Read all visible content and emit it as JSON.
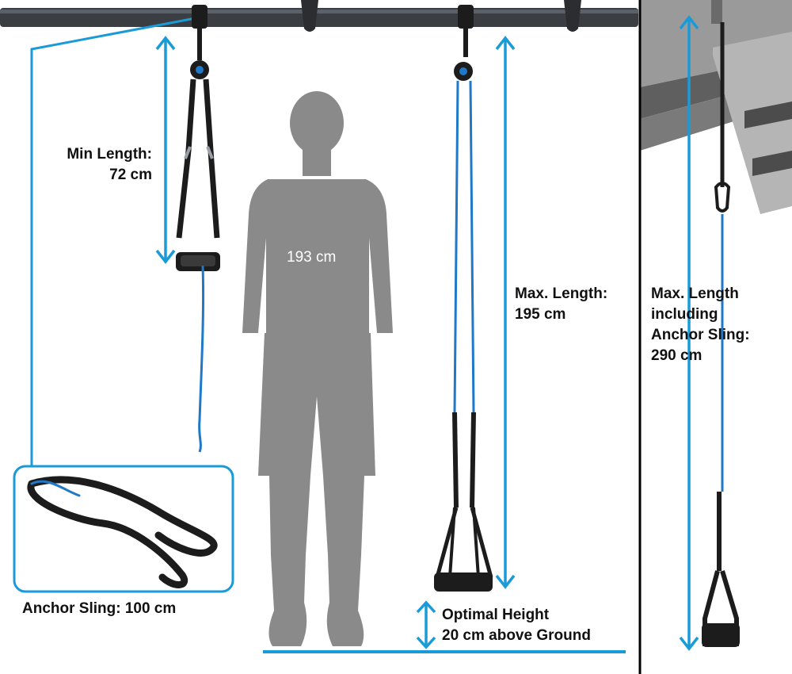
{
  "labels": {
    "min_length": [
      "Min Length:",
      "72 cm"
    ],
    "person_height": "193 cm",
    "max_length": [
      "Max. Length:",
      "195 cm"
    ],
    "max_length_sling": [
      "Max. Length",
      "including",
      "Anchor Sling:",
      "290 cm"
    ],
    "anchor_sling": "Anchor Sling: 100 cm",
    "optimal_height": [
      "Optimal Height",
      "20 cm above Ground"
    ]
  },
  "colors": {
    "accent_blue": "#1a9bd7",
    "bar_dark": "#3a3d42",
    "silhouette_gray": "#8a8a8a",
    "strap_black": "#1c1c1c",
    "rope_blue": "#1f78c8"
  },
  "icons": [
    "pull-up-bar",
    "pulley",
    "carabiner",
    "person-silhouette",
    "anchor-sling",
    "dip-strap-handles",
    "stirrup-handle",
    "platform"
  ]
}
